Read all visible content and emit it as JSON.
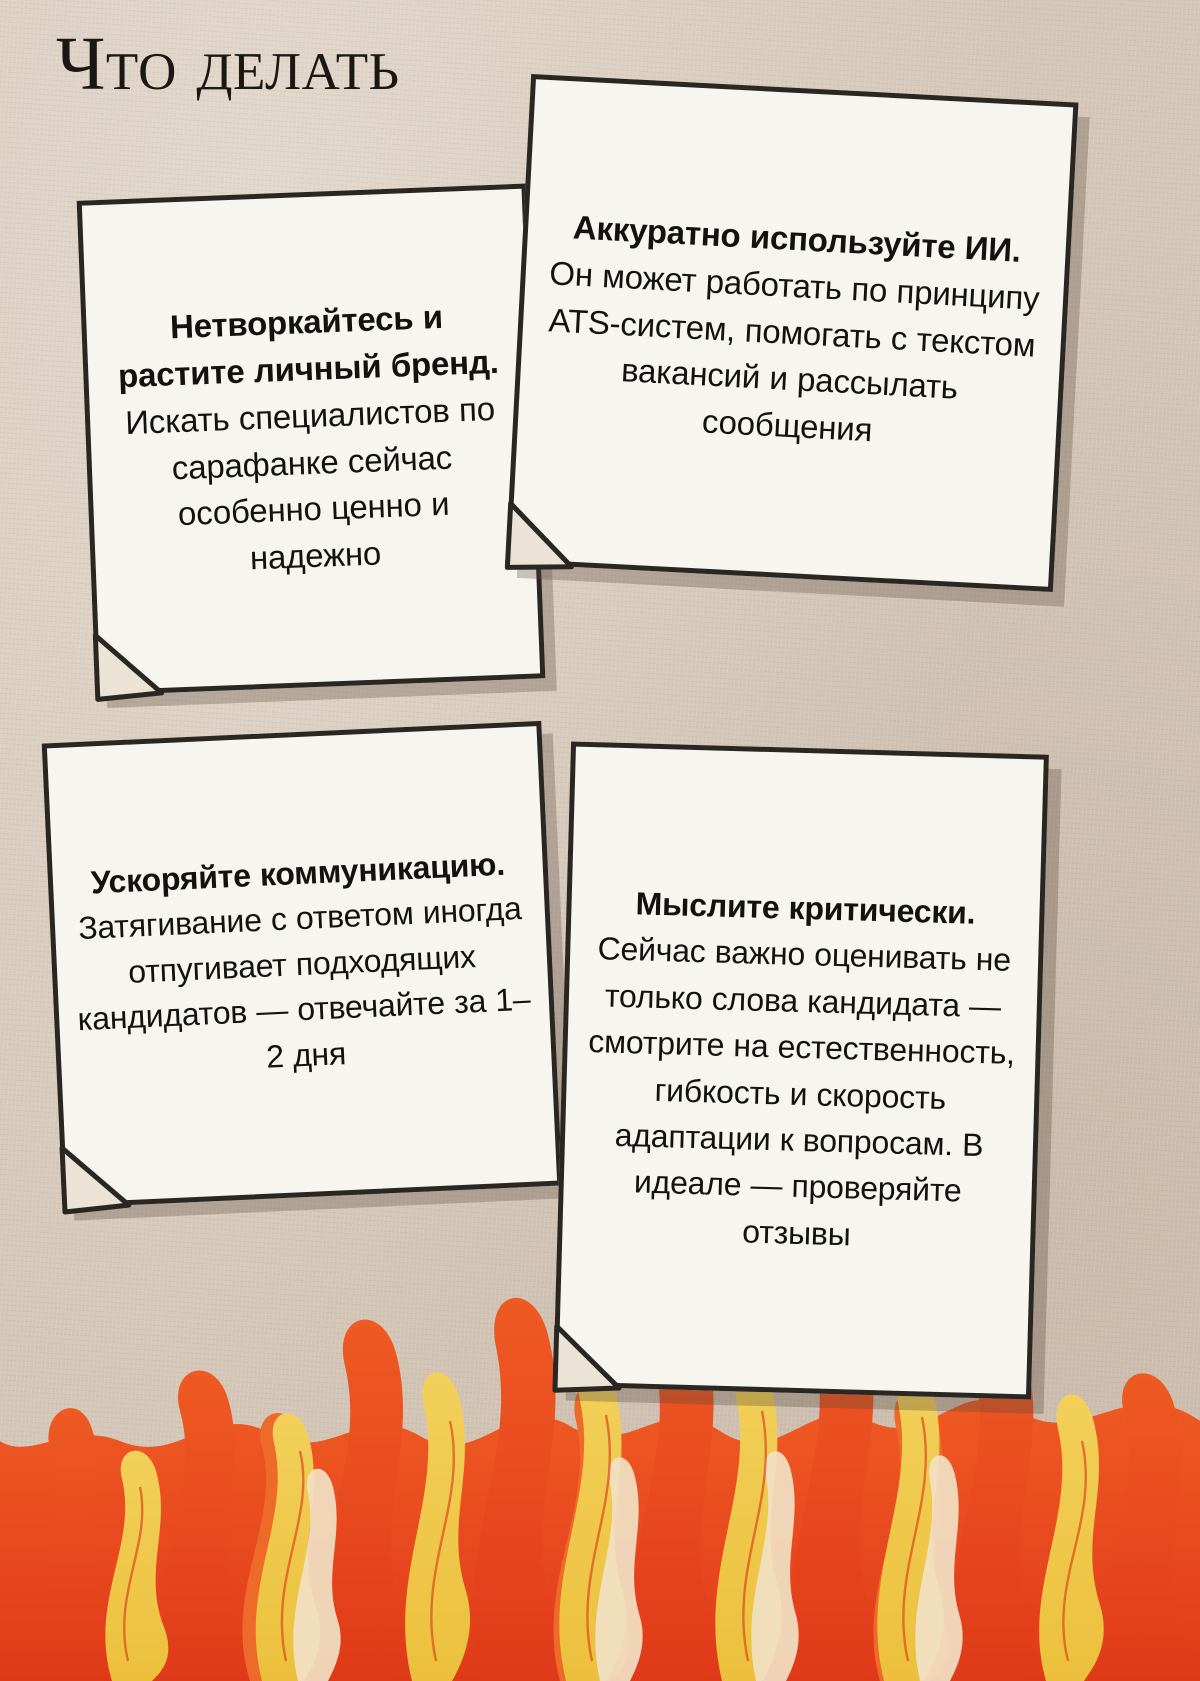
{
  "poster": {
    "title": "Что делать",
    "background_color": "#d5c7b8",
    "card_background": "#f7f5f0",
    "ink_color": "#2a2723"
  },
  "fire": {
    "name": "flames-illustration",
    "colors": {
      "red_orange": "#E8481F",
      "orange": "#EE6A28",
      "yellow": "#EFC84A",
      "cream": "#F0DFC0"
    }
  },
  "cards": [
    {
      "id": "networking",
      "lead": "Нетворкайтесь и растите личный бренд.",
      "body": " Искать специалистов по сарафанке сейчас особенно ценно и надежно"
    },
    {
      "id": "ai",
      "lead": "Аккуратно используйте ИИ.",
      "body": " Он может работать по принципу ATS-систем, помогать с текстом вакансий и рассылать сообщения"
    },
    {
      "id": "speed",
      "lead": "Ускоряйте коммуникацию.",
      "body": " Затягивание с ответом иногда отпугивает подходящих кандидатов — отвечайте за 1–2 дня"
    },
    {
      "id": "critical",
      "lead": "Мыслите критически.",
      "body": " Сейчас важно оценивать не только слова кандидата — смотрите на естественность, гибкость и скорость адаптации к вопросам. В идеале — проверяйте отзывы"
    }
  ]
}
